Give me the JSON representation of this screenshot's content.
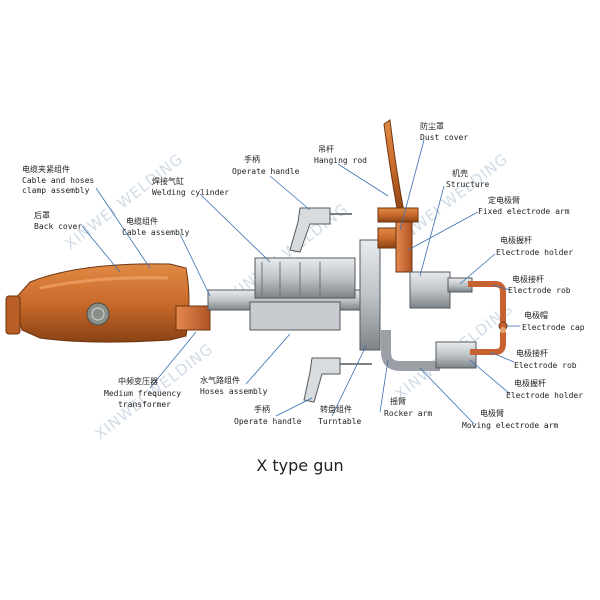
{
  "caption": "X type gun",
  "watermark": "XINWEI WELDING",
  "labels": {
    "cable_hoses_clamp": {
      "zh": "电缆夹紧组件",
      "en1": "Cable and hoses",
      "en2": "clamp assembly"
    },
    "back_cover": {
      "zh": "后罩",
      "en": "Back cover"
    },
    "welding_cylinder": {
      "zh": "焊接气缸",
      "en": "Welding cylinder"
    },
    "operate_handle_top": {
      "zh": "手柄",
      "en": "Operate handle"
    },
    "hanging_rod": {
      "zh": "吊杆",
      "en": "Hanging rod"
    },
    "dust_cover": {
      "zh": "防尘罩",
      "en": "Dust cover"
    },
    "structure": {
      "zh": "机壳",
      "en": "Structure"
    },
    "fixed_electrode_arm": {
      "zh": "定电极臂",
      "en": "Fixed electrode arm"
    },
    "cable_assembly": {
      "zh": "电缆组件",
      "en": "Cable assembly"
    },
    "electrode_holder_top": {
      "zh": "电极握杆",
      "en": "Electrode holder"
    },
    "electrode_rob_top": {
      "zh": "电极接杆",
      "en": "Electrode rob"
    },
    "electrode_cap": {
      "zh": "电极帽",
      "en": "Electrode cap"
    },
    "electrode_rob_bottom": {
      "zh": "电极接杆",
      "en": "Electrode rob"
    },
    "electrode_holder_bottom": {
      "zh": "电极握杆",
      "en": "Electrode holder"
    },
    "moving_electrode_arm": {
      "zh": "电极臂",
      "en": "Moving electrode arm"
    },
    "rocker_arm": {
      "zh": "摇臂",
      "en": "Rocker arm"
    },
    "turntable": {
      "zh": "转盘组件",
      "en": "Turntable"
    },
    "operate_handle_bottom": {
      "zh": "手柄",
      "en": "Operate handle"
    },
    "hoses_assembly": {
      "zh": "水气路组件",
      "en": "Hoses assembly"
    },
    "transformer": {
      "zh": "中频变压器",
      "en1": "Medium frequency",
      "en2": "transformer"
    }
  },
  "colors": {
    "transformer_body": "#c96a2a",
    "copper": "#d2703a",
    "metal": "#bfc4c8",
    "leader": "#3a6fb0",
    "logo": "#8a8f8a"
  }
}
